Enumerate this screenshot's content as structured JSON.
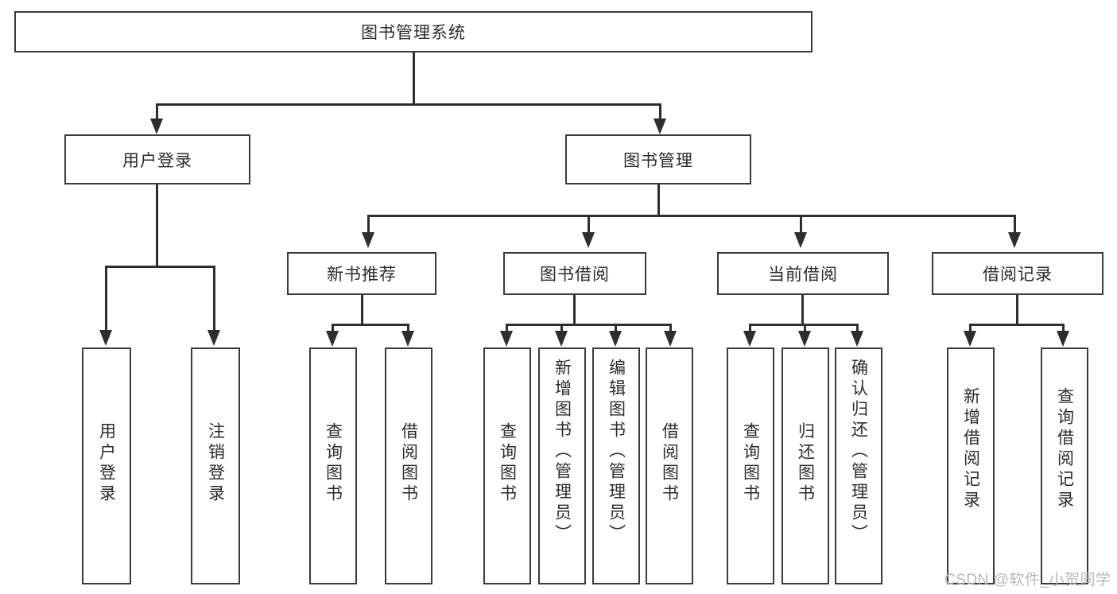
{
  "diagram": {
    "type": "tree-hierarchy-diagram",
    "title": "图书管理系统",
    "root": {
      "label": "图书管理系统"
    },
    "level1": [
      {
        "id": "user-login",
        "label": "用户登录"
      },
      {
        "id": "book-management",
        "label": "图书管理"
      }
    ],
    "level2": [
      {
        "id": "new-book-recommend",
        "label": "新书推荐",
        "parent": "book-management"
      },
      {
        "id": "book-borrow",
        "label": "图书借阅",
        "parent": "book-management"
      },
      {
        "id": "current-borrow",
        "label": "当前借阅",
        "parent": "book-management"
      },
      {
        "id": "borrow-record",
        "label": "借阅记录",
        "parent": "book-management"
      }
    ],
    "leaves": {
      "user_login": [
        {
          "id": "leaf-user-login",
          "label": "用户登录"
        },
        {
          "id": "leaf-logout-login",
          "label": "注销登录"
        }
      ],
      "new_book_recommend": [
        {
          "id": "leaf-query-book-1",
          "label": "查询图书"
        },
        {
          "id": "leaf-borrow-book-1",
          "label": "借阅图书"
        }
      ],
      "book_borrow": [
        {
          "id": "leaf-query-book-2",
          "label": "查询图书"
        },
        {
          "id": "leaf-add-book",
          "label": "新增图书（管理员）"
        },
        {
          "id": "leaf-edit-book",
          "label": "编辑图书（管理员）"
        },
        {
          "id": "leaf-borrow-book-2",
          "label": "借阅图书"
        }
      ],
      "current_borrow": [
        {
          "id": "leaf-query-book-3",
          "label": "查询图书"
        },
        {
          "id": "leaf-return-book",
          "label": "归还图书"
        },
        {
          "id": "leaf-confirm-return",
          "label": "确认归还（管理员）"
        }
      ],
      "borrow_record": [
        {
          "id": "leaf-add-record",
          "label": "新增借阅记录"
        },
        {
          "id": "leaf-query-record",
          "label": "查询借阅记录"
        }
      ]
    }
  },
  "watermark": {
    "text": "CSDN @软件_小贺同学"
  },
  "colors": {
    "stroke": "#3a3a3a",
    "connector": "#2e2e2e",
    "text": "#2b2b2b",
    "background": "#ffffff",
    "watermark": "#b9b9b9"
  }
}
